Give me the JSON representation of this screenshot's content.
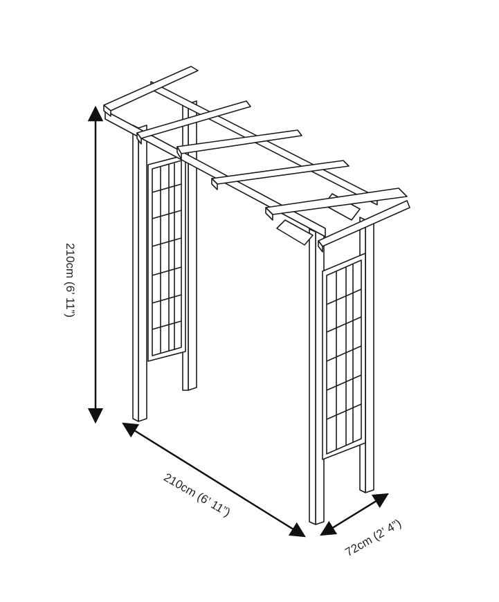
{
  "dimensions": {
    "height_label": "210cm (6’ 11”)",
    "width_label": "210cm (6’ 11”)",
    "depth_label": "72cm (2’ 4”)"
  },
  "colors": {
    "stroke": "#1a1a1a",
    "fill": "#ffffff"
  }
}
